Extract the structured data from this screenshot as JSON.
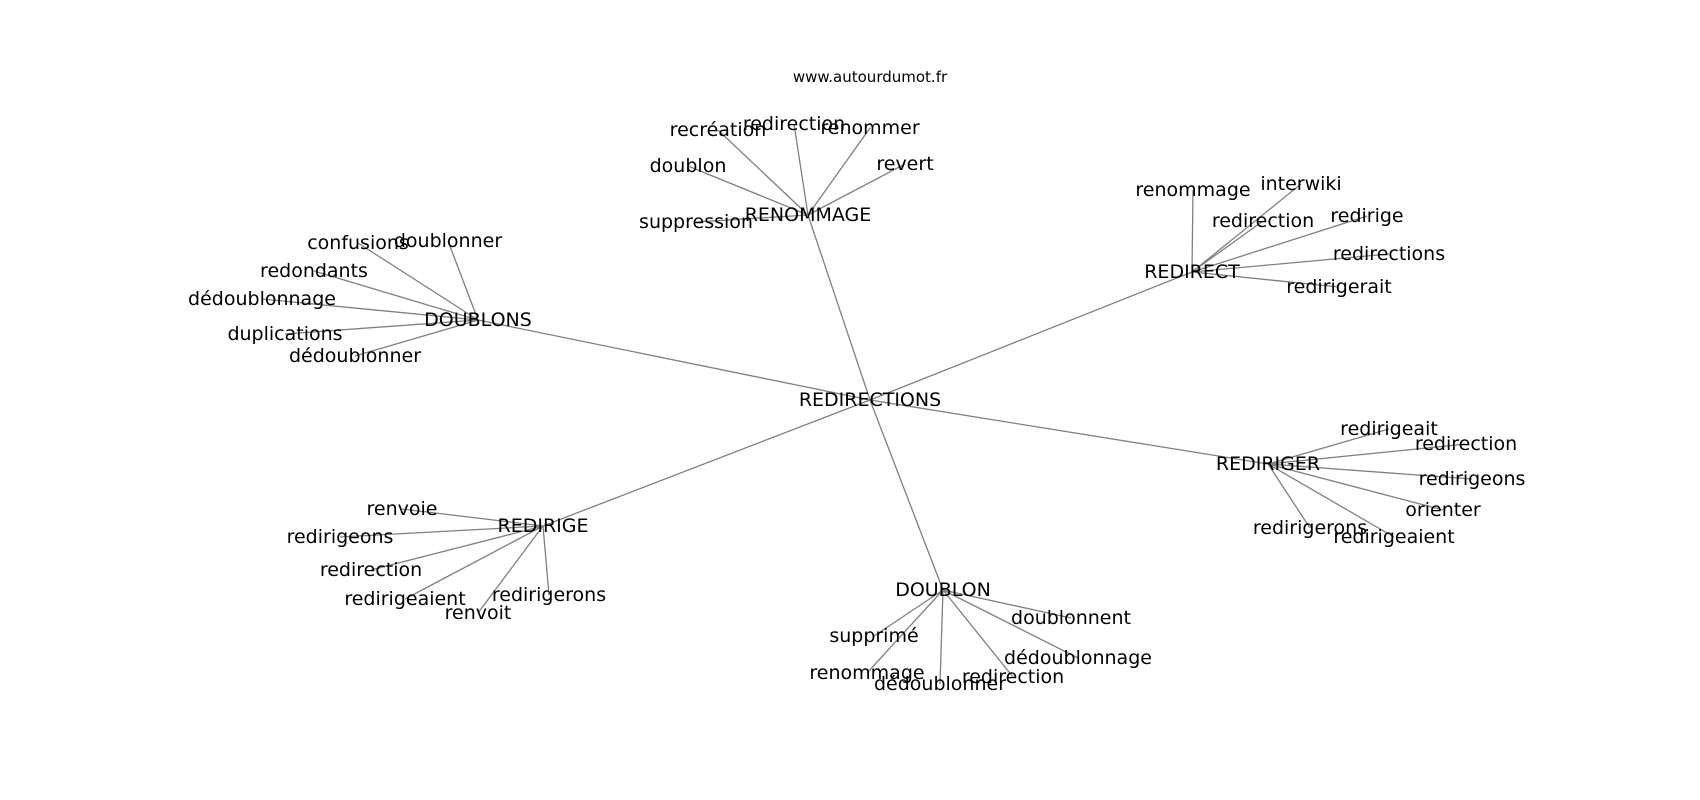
{
  "source_text": "www.autourdumot.fr",
  "edge_color": "#808080",
  "text_color": "#000000",
  "center": {
    "label": "REDIRECTIONS"
  },
  "hubs": [
    {
      "id": "renommage_hub",
      "label": "RENOMMAGE",
      "leaves": [
        "recréation",
        "redirection",
        "renommer",
        "doublon",
        "revert",
        "suppression"
      ]
    },
    {
      "id": "redirect_hub",
      "label": "REDIRECT",
      "leaves": [
        "renommage",
        "interwiki",
        "redirection",
        "redirige",
        "redirections",
        "redirigerait"
      ]
    },
    {
      "id": "doublons_hub",
      "label": "DOUBLONS",
      "leaves": [
        "confusions",
        "doublonner",
        "redondants",
        "dédoublonnage",
        "duplications",
        "dédoublonner"
      ]
    },
    {
      "id": "rediriger_hub",
      "label": "REDIRIGER",
      "leaves": [
        "redirigeait",
        "redirection",
        "redirigeons",
        "orienter",
        "redirigerons",
        "redirigeaient"
      ]
    },
    {
      "id": "redirige_hub",
      "label": "REDIRIGE",
      "leaves": [
        "renvoie",
        "redirigeons",
        "redirection",
        "redirigeaient",
        "redirigerons",
        "renvoit"
      ]
    },
    {
      "id": "doublon_hub",
      "label": "DOUBLON",
      "leaves": [
        "doublonnent",
        "supprimé",
        "dédoublonnage",
        "renommage",
        "redirection",
        "dédoublonner"
      ]
    }
  ]
}
